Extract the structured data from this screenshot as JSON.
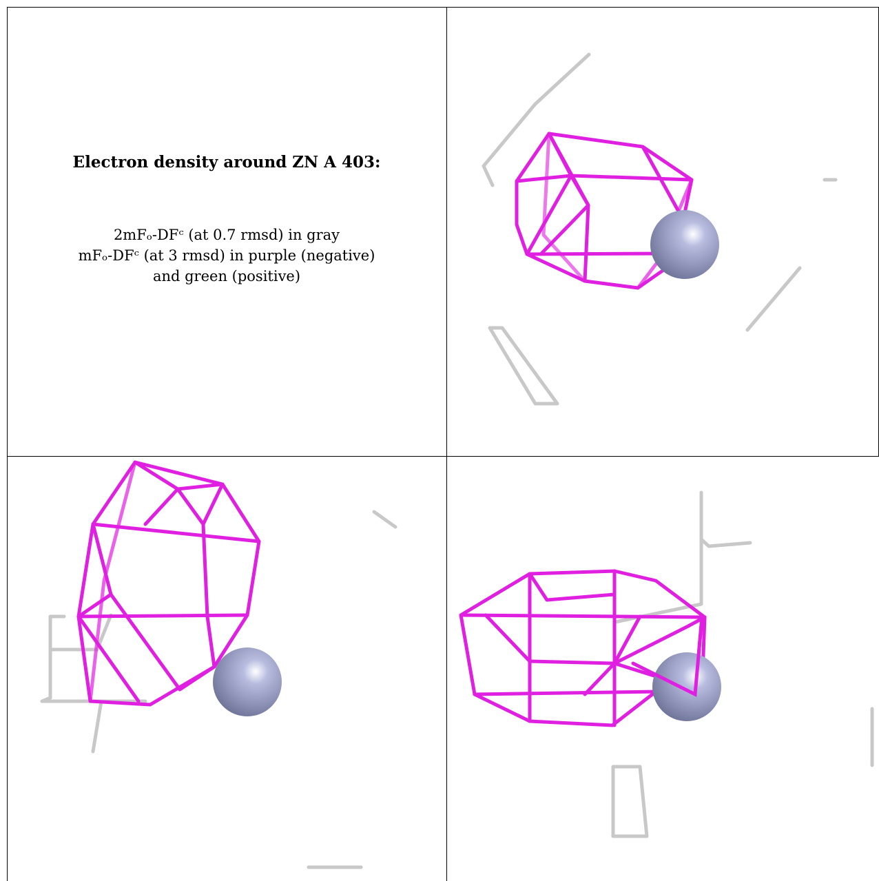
{
  "caption": {
    "title": "Electron density around ZN A 403:",
    "line1": "2mFₒ-DFᶜ (at 0.7 rmsd) in gray",
    "line2": "mFₒ-DFᶜ (at 3 rmsd) in purple (negative)",
    "line3": "and green (positive)"
  },
  "colors": {
    "negative_density": "#e020e0",
    "positive_density": "#20c020",
    "gray_density": "#c8c8c8",
    "zinc_atom": "#8c92b8"
  },
  "panels": [
    {
      "view": "view-1",
      "atom": "ZN A 403"
    },
    {
      "view": "view-2",
      "atom": "ZN A 403"
    },
    {
      "view": "view-3",
      "atom": "ZN A 403"
    }
  ]
}
